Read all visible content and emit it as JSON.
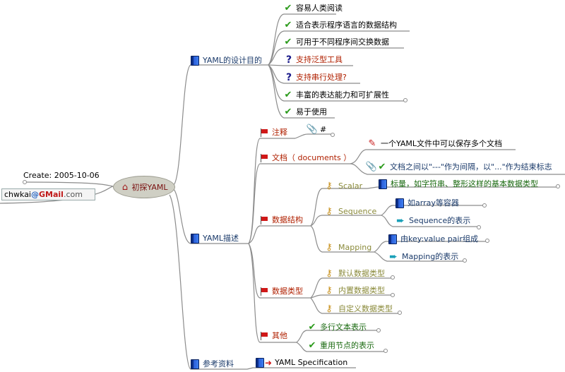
{
  "root": {
    "label": "初探YAML",
    "icon": "house-icon"
  },
  "create_label": "Create: 2005-10-06",
  "email": {
    "user": "chwkai",
    "at": "@",
    "provider": "GMail",
    "domain": ".com"
  },
  "branches": {
    "purpose": {
      "label": "YAML的设计目的",
      "items": [
        {
          "label": "容易人类阅读",
          "icon": "check-icon",
          "color": "#1a1a1a"
        },
        {
          "label": "适合表示程序语言的数据结构",
          "icon": "check-icon",
          "color": "#1a1a1a"
        },
        {
          "label": "可用于不同程序间交换数据",
          "icon": "check-icon",
          "color": "#1a1a1a"
        },
        {
          "label": "支持泛型工具",
          "icon": "question-icon",
          "color": "#b02000"
        },
        {
          "label": "支持串行处理?",
          "icon": "question-icon",
          "color": "#b02000"
        },
        {
          "label": "丰富的表达能力和可扩展性",
          "icon": "check-icon",
          "color": "#1a1a1a"
        },
        {
          "label": "易于使用",
          "icon": "check-icon",
          "color": "#1a1a1a"
        }
      ]
    },
    "describe": {
      "label": "YAML描述",
      "comment": {
        "label": "注释",
        "child": "#"
      },
      "documents": {
        "label": "文档（ documents ）",
        "children": [
          "一个YAML文件中可以保存多个文档",
          "文档之间以\"---\"作为间隔，以\"...\"作为结束标志"
        ]
      },
      "datastruct": {
        "label": "数据结构",
        "scalar": {
          "label": "Scalar",
          "child": "标量，如字符串、整形这样的基本数据类型"
        },
        "sequence": {
          "label": "Sequence",
          "children": [
            "如array等容器",
            "Sequence的表示"
          ]
        },
        "mapping": {
          "label": "Mapping",
          "children": [
            "由key:value pair组成",
            "Mapping的表示"
          ]
        }
      },
      "datatypes": {
        "label": "数据类型",
        "children": [
          "默认数据类型",
          "内置数据类型",
          "自定义数据类型"
        ]
      },
      "other": {
        "label": "其他",
        "children": [
          "多行文本表示",
          "重用节点的表示"
        ]
      }
    },
    "refs": {
      "label": "参考资料",
      "child": "YAML Specification"
    }
  }
}
